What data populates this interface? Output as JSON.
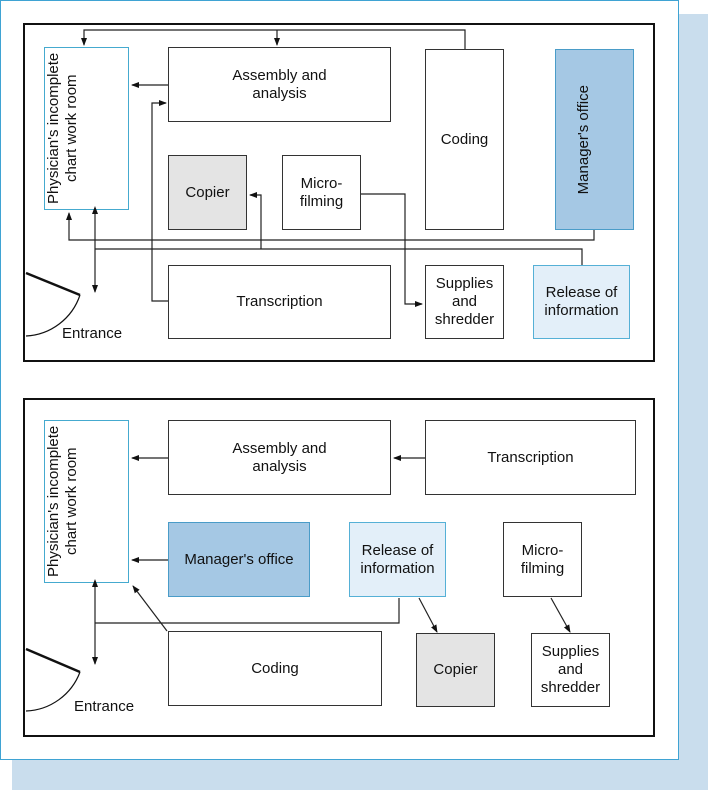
{
  "diagrams": [
    {
      "name": "layout-a",
      "rooms": {
        "physician": "Physician's incomplete chart work room",
        "assembly": "Assembly and analysis",
        "coding": "Coding",
        "manager": "Manager's office",
        "copier": "Copier",
        "microfilming": "Micro-\nfilming",
        "transcription": "Transcription",
        "supplies": "Supplies and shredder",
        "release": "Release of information"
      },
      "entrance": "Entrance"
    },
    {
      "name": "layout-b",
      "rooms": {
        "physician": "Physician's incomplete chart work room",
        "assembly": "Assembly and analysis",
        "transcription": "Transcription",
        "manager": "Manager's office",
        "release": "Release of information",
        "microfilming": "Micro-\nfilming",
        "coding": "Coding",
        "copier": "Copier",
        "supplies": "Supplies and shredder"
      },
      "entrance": "Entrance"
    }
  ],
  "colors": {
    "manager_fill": "#a5c8e4",
    "release_fill": "#e3eff9",
    "copier_fill": "#e4e4e4",
    "accent_border": "#3fa3d3",
    "shadow": "#c9dded"
  }
}
